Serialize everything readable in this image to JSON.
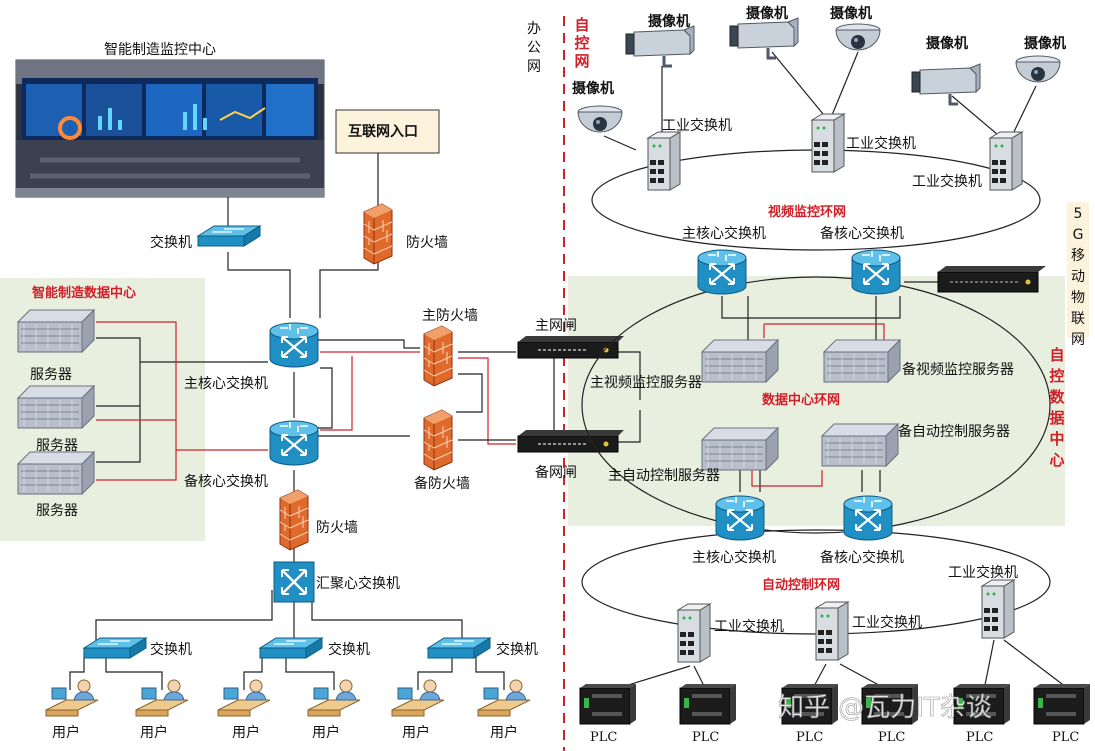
{
  "left": {
    "monitor_center_title": "智能制造监控中心",
    "internet_entry": "互联网入口",
    "switch_top": "交换机",
    "firewall_top": "防火墙",
    "data_center_title": "智能制造数据中心",
    "servers": [
      "服务器",
      "服务器",
      "服务器"
    ],
    "main_core_switch": "主核心交换机",
    "backup_core_switch": "备核心交换机",
    "main_firewall": "主防火墙",
    "backup_firewall": "备防火墙",
    "firewall_bottom": "防火墙",
    "aggregation_switch": "汇聚心交换机",
    "access_switches": [
      "交换机",
      "交换机",
      "交换机"
    ],
    "users": [
      "用户",
      "用户",
      "用户",
      "用户",
      "用户",
      "用户"
    ]
  },
  "middle": {
    "office_network": "办公网",
    "main_gateway": "主网闸",
    "backup_gateway": "备网闸"
  },
  "right": {
    "self_control_network": "自控网",
    "cameras": [
      "摄像机",
      "摄像机",
      "摄像机",
      "摄像机",
      "摄像机",
      "摄像机"
    ],
    "industrial_switches_top": [
      "工业交换机",
      "工业交换机",
      "工业交换机"
    ],
    "video_ring_title": "视频监控环网",
    "main_core_switch_top": "主核心交换机",
    "backup_core_switch_top": "备核心交换机",
    "g5_label": "5G移动物联网",
    "main_video_server": "主视频监控服务器",
    "backup_video_server": "备视频监控服务器",
    "data_center_ring_title": "数据中心环网",
    "self_control_data_center": "自控数据中心",
    "main_auto_server": "主自动控制服务器",
    "backup_auto_server": "备自动控制服务器",
    "main_core_switch_bottom": "主核心交换机",
    "backup_core_switch_bottom": "备核心交换机",
    "auto_control_ring_title": "自动控制环网",
    "industrial_switches_bottom": [
      "工业交换机",
      "工业交换机",
      "工业交换机"
    ],
    "plcs": [
      "PLC",
      "PLC",
      "PLC",
      "PLC",
      "PLC",
      "PLC"
    ]
  },
  "watermark": "知乎 @瓦力IT杂谈",
  "colors": {
    "accent_red": "#d0202a",
    "zone_green": "#e8efdf",
    "router_blue": "#1f8fc4",
    "firewall_orange": "#e06a2c",
    "label_box": "#fdf2dc"
  }
}
